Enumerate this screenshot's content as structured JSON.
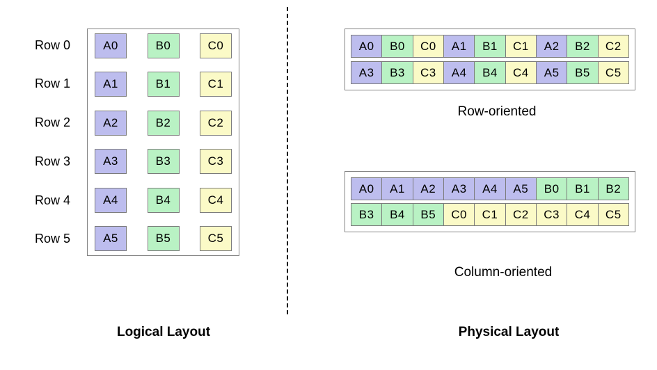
{
  "colors": {
    "col_a": "#bdbdee",
    "col_b": "#b9f2c4",
    "col_c": "#fbfac7",
    "cell_border": "#7b7b7b",
    "box_border": "#848484",
    "divider": "#1a1a1a"
  },
  "logical": {
    "title": "Logical Layout",
    "row_labels": [
      "Row 0",
      "Row 1",
      "Row 2",
      "Row 3",
      "Row 4",
      "Row 5"
    ],
    "rows": [
      [
        "A0",
        "B0",
        "C0"
      ],
      [
        "A1",
        "B1",
        "C1"
      ],
      [
        "A2",
        "B2",
        "C2"
      ],
      [
        "A3",
        "B3",
        "C3"
      ],
      [
        "A4",
        "B4",
        "C4"
      ],
      [
        "A5",
        "B5",
        "C5"
      ]
    ]
  },
  "physical": {
    "title": "Physical Layout",
    "blocks": [
      {
        "caption": "Row-oriented",
        "rows": [
          [
            "A0",
            "B0",
            "C0",
            "A1",
            "B1",
            "C1",
            "A2",
            "B2",
            "C2"
          ],
          [
            "A3",
            "B3",
            "C3",
            "A4",
            "B4",
            "C4",
            "A5",
            "B5",
            "C5"
          ]
        ]
      },
      {
        "caption": "Column-oriented",
        "rows": [
          [
            "A0",
            "A1",
            "A2",
            "A3",
            "A4",
            "A5",
            "B0",
            "B1",
            "B2"
          ],
          [
            "B3",
            "B4",
            "B5",
            "C0",
            "C1",
            "C2",
            "C3",
            "C4",
            "C5"
          ]
        ]
      }
    ]
  }
}
